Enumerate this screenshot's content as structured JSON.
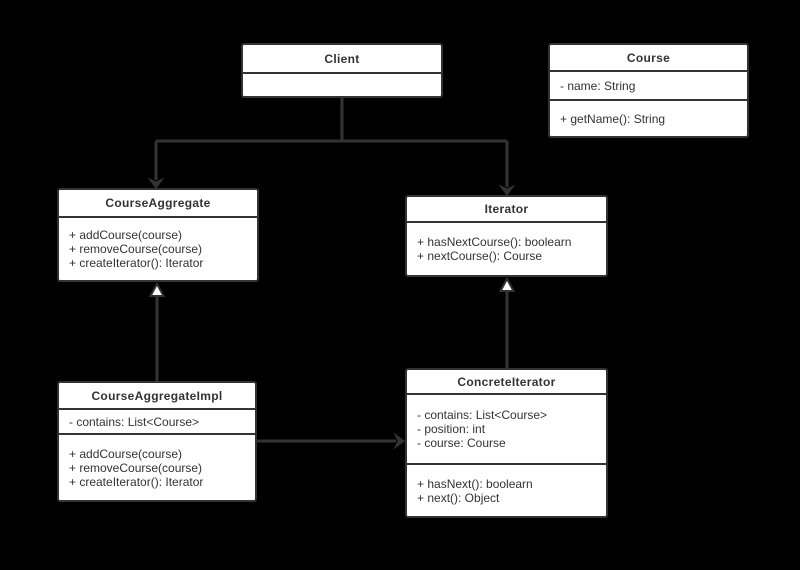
{
  "diagram": {
    "type": "uml-class-diagram",
    "pattern": "Iterator",
    "colors": {
      "background": "#000000",
      "line": "#333333",
      "box_fill": "#ffffff",
      "text": "#333333"
    },
    "classes": {
      "client": {
        "name": "Client",
        "attributes": [],
        "methods": []
      },
      "course": {
        "name": "Course",
        "attributes": [
          "- name: String"
        ],
        "methods": [
          "+ getName(): String"
        ]
      },
      "courseAggregate": {
        "name": "CourseAggregate",
        "attributes": [],
        "methods": [
          "+ addCourse(course)",
          "+ removeCourse(course)",
          "+ createIterator(): Iterator"
        ]
      },
      "iterator": {
        "name": "Iterator",
        "attributes": [],
        "methods": [
          "+ hasNextCourse(): boolearn",
          "+ nextCourse(): Course"
        ]
      },
      "courseAggregateImpl": {
        "name": "CourseAggregateImpl",
        "attributes": [
          "- contains: List<Course>"
        ],
        "methods": [
          "+ addCourse(course)",
          "+ removeCourse(course)",
          "+ createIterator(): Iterator"
        ]
      },
      "concreteIterator": {
        "name": "ConcreteIterator",
        "attributes": [
          "- contains: List<Course>",
          "- position: int",
          "- course: Course"
        ],
        "methods": [
          "+ hasNext(): boolearn",
          "+ next(): Object"
        ]
      }
    },
    "relationships": [
      {
        "from": "Client",
        "to": "CourseAggregate",
        "type": "directed-association"
      },
      {
        "from": "Client",
        "to": "Iterator",
        "type": "directed-association"
      },
      {
        "from": "CourseAggregateImpl",
        "to": "CourseAggregate",
        "type": "generalization"
      },
      {
        "from": "ConcreteIterator",
        "to": "Iterator",
        "type": "generalization"
      },
      {
        "from": "CourseAggregateImpl",
        "to": "ConcreteIterator",
        "type": "directed-association"
      }
    ]
  }
}
